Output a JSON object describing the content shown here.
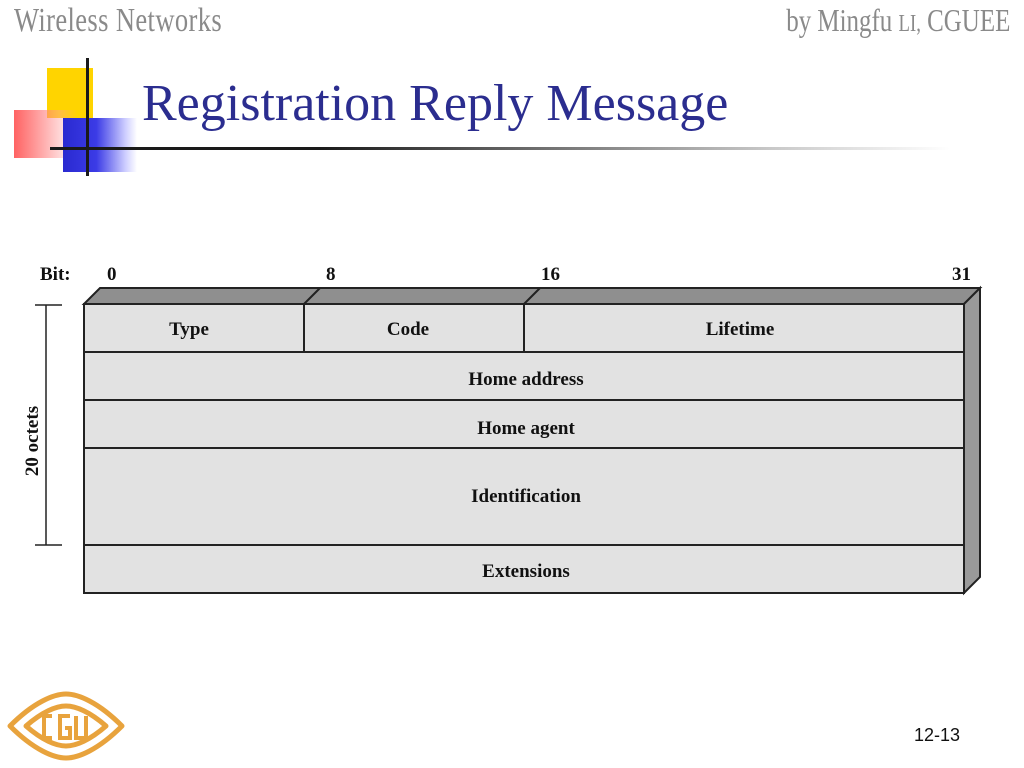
{
  "header": {
    "course": "Wireless Networks",
    "author_prefix": "by Mingfu",
    "author_surname": "LI,",
    "author_org": "CGUEE"
  },
  "slide": {
    "title": "Registration Reply Message",
    "page_number": "12-13"
  },
  "diagram": {
    "bit_label": "Bit:",
    "bit_ticks": [
      "0",
      "8",
      "16",
      "31"
    ],
    "size_label": "20 octets",
    "rows": [
      {
        "fields": [
          "Type",
          "Code",
          "Lifetime"
        ]
      },
      {
        "fields": [
          "Home address"
        ]
      },
      {
        "fields": [
          "Home agent"
        ]
      },
      {
        "fields": [
          "Identification"
        ]
      },
      {
        "fields": [
          "Extensions"
        ]
      }
    ]
  },
  "colors": {
    "title": "#2b2d8f",
    "header": "#8a8a8a",
    "cell_fill": "#e2e2e2",
    "top_face": "#8f8f8f",
    "side_face": "#9a9a9a",
    "logo": "#e8a33d"
  },
  "logo_icon": "cgu-logo-icon"
}
